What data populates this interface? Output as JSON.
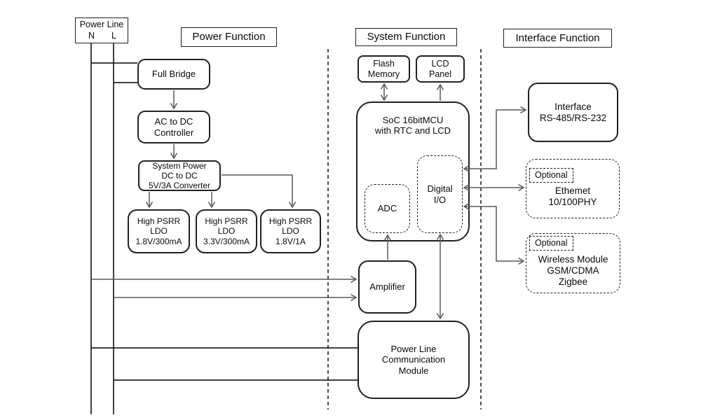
{
  "power_line": {
    "title": "Power Line",
    "n": "N",
    "l": "L"
  },
  "sections": {
    "power": "Power Function",
    "system": "System Function",
    "interface": "Interface Function"
  },
  "blocks": {
    "full_bridge": "Full Bridge",
    "ac_dc_controller": "AC to DC\nController",
    "system_power": "System Power\nDC to DC\n5V/3A Converter",
    "ldo_1v8_300": "High PSRR\nLDO\n1.8V/300mA",
    "ldo_3v3_300": "High PSRR\nLDO\n3.3V/300mA",
    "ldo_1v8_1a": "High PSRR\nLDO\n1.8V/1A",
    "flash_memory": "Flash\nMemory",
    "lcd_panel": "LCD\nPanel",
    "soc": "SoC 16bitMCU\nwith RTC and LCD",
    "adc": "ADC",
    "digital_io": "Digital\nI/O",
    "amplifier": "Amplifier",
    "plc_module": "Power Line\nCommunication\nModule",
    "rs_interface": "Interface\nRS-485/RS-232",
    "ethernet": "Ethemet\n10/100PHY",
    "wireless": "Wireless Module\nGSM/CDMA\nZigbee"
  },
  "labels": {
    "optional": "Optional"
  },
  "colors": {
    "block_border": "#212121",
    "arrow": "#595959",
    "power_line_wire": "#000000",
    "divider": "#000000",
    "background": "#ffffff",
    "text": "#0a0a0a"
  }
}
